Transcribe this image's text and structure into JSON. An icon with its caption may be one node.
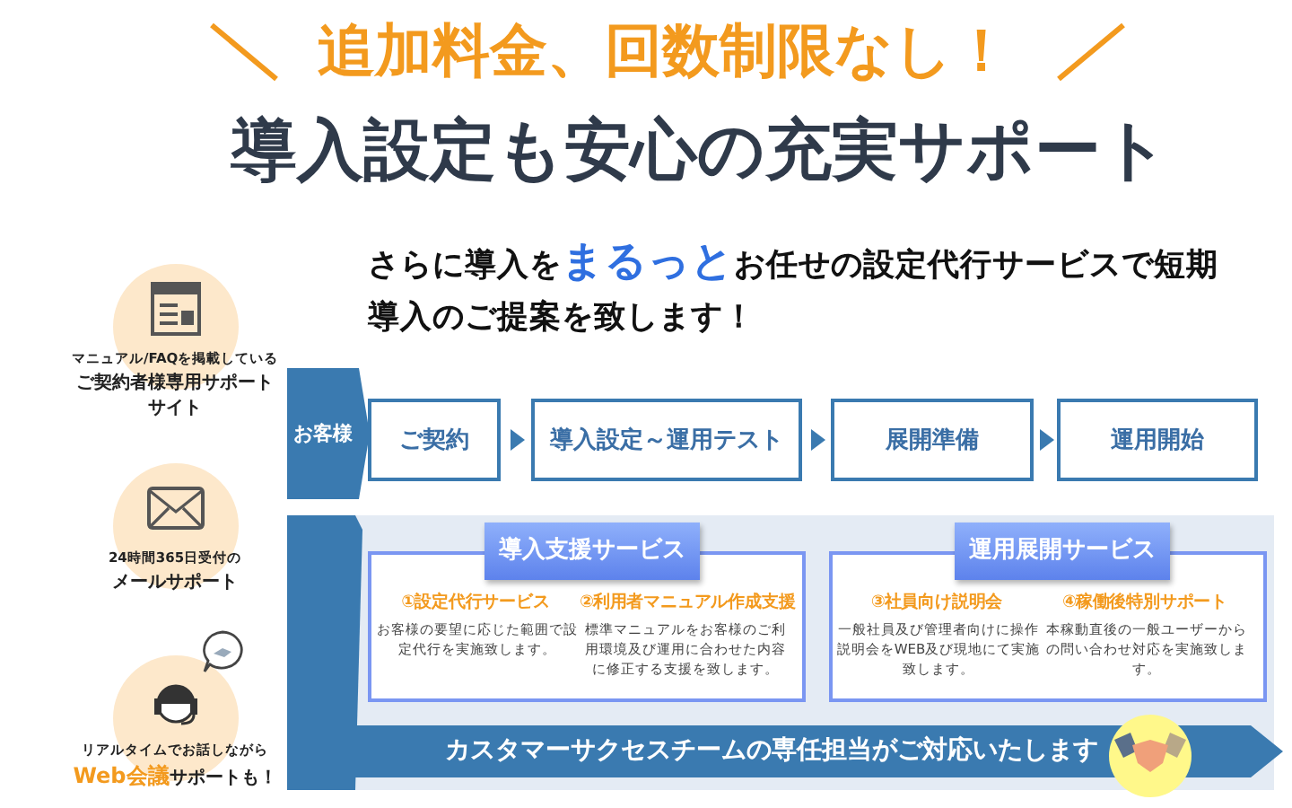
{
  "diagram": {
    "title": "導入設定も安心の充実サポート",
    "nodes": [
      {
        "text": [
          "お客様"
        ]
      },
      {
        "text": [
          "ご契約"
        ]
      },
      {
        "text": [
          "導入設定～運用テスト"
        ]
      },
      {
        "text": [
          "展開準備"
        ]
      },
      {
        "text": [
          "運用開始"
        ]
      },
      {
        "text": [],
        "shape": "bar"
      },
      {
        "text": [
          "導入支援サービス",
          "①設定代行サービス",
          "お客様の要望に応じた範囲で設定代行を実施致します。",
          "②利用者マニュアル作成支援",
          "標準マニュアルをお客様のご利用環境及び運用に合わせた内容に修正する支援を致します。"
        ]
      },
      {
        "text": [
          "運用展開サービス",
          "③社員向け説明会",
          "一般社員及び管理者向けに操作説明会をWEB及び現地にて実施致します。",
          "④稼働後特別サポート",
          "本稼動直後の一般ユーザーからの問い合わせ対応を実施致します。"
        ]
      },
      {
        "text": [
          "カスタマーサクセスチームの専任担当がご対応いたします"
        ]
      },
      {
        "text": [
          "マニュアル/FAQを掲載している",
          "ご契約者様専用サポートサイト"
        ]
      },
      {
        "text": [
          "24時間365日受付の",
          "メールサポート"
        ]
      },
      {
        "text": [
          "リアルタイムでお話しながら",
          "**Web会議**サポートも！"
        ]
      }
    ],
    "edges": [
      {
        "from": 1,
        "to": 2,
        "arrow": "to"
      },
      {
        "from": 2,
        "to": 3,
        "arrow": "to"
      },
      {
        "from": 3,
        "to": 4,
        "arrow": "to"
      }
    ],
    "labels": [
      "追加料金、回数制限なし！",
      "さらに導入を**まるっと**お任せの設定代行サービスで短期導入のご提案を致します！"
    ]
  }
}
